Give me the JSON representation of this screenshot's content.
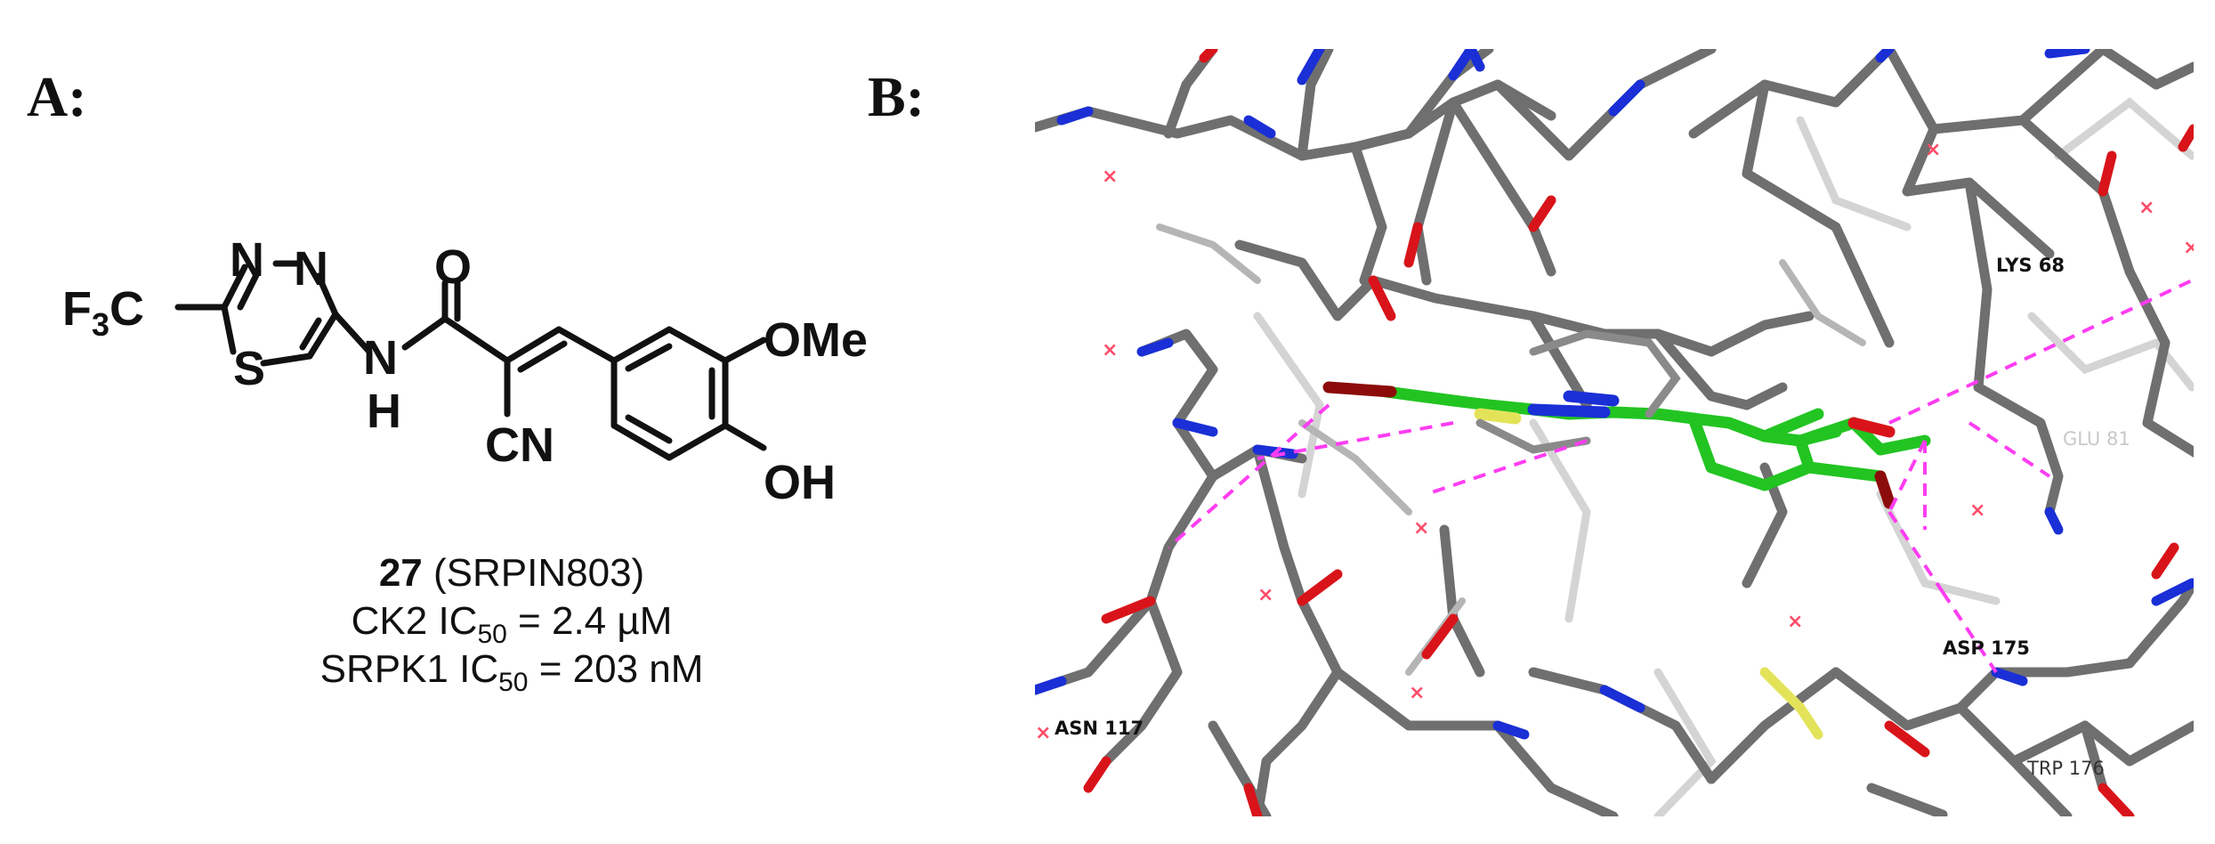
{
  "panels": {
    "a_label": "A:",
    "b_label": "B:"
  },
  "molecule": {
    "atoms": {
      "cf3": "F",
      "cf3_sub": "3",
      "cf3_c": "C",
      "n1": "N",
      "n2": "N",
      "s": "S",
      "nh_n": "N",
      "nh_h": "H",
      "o": "O",
      "cn": "CN",
      "ome": "OMe",
      "oh": "OH"
    },
    "compound_number": "27",
    "compound_name": "(SRPIN803)",
    "activities": [
      {
        "target": "CK2",
        "metric": "IC",
        "sub": "50",
        "value": " = 2.4 µM"
      },
      {
        "target": "SRPK1",
        "metric": "IC",
        "sub": "50",
        "value": " = 203 nM"
      }
    ]
  },
  "docking": {
    "residues": {
      "lys": "LYS  68",
      "glu": "GLU  81",
      "asp": "ASP  175",
      "asn": "ASN  117",
      "trp": "TRP  176"
    },
    "colors": {
      "carbon": "#6f6f6f",
      "carbon_faint": "#bdbdbd",
      "nitrogen": "#1a2fd6",
      "oxygen": "#d8141a",
      "sulfur": "#e3e35a",
      "ligand_carbon": "#22c422",
      "ligand_bromine": "#8c0b0b",
      "hbond": "#ff3df2",
      "water": "#ff4d6a"
    }
  }
}
